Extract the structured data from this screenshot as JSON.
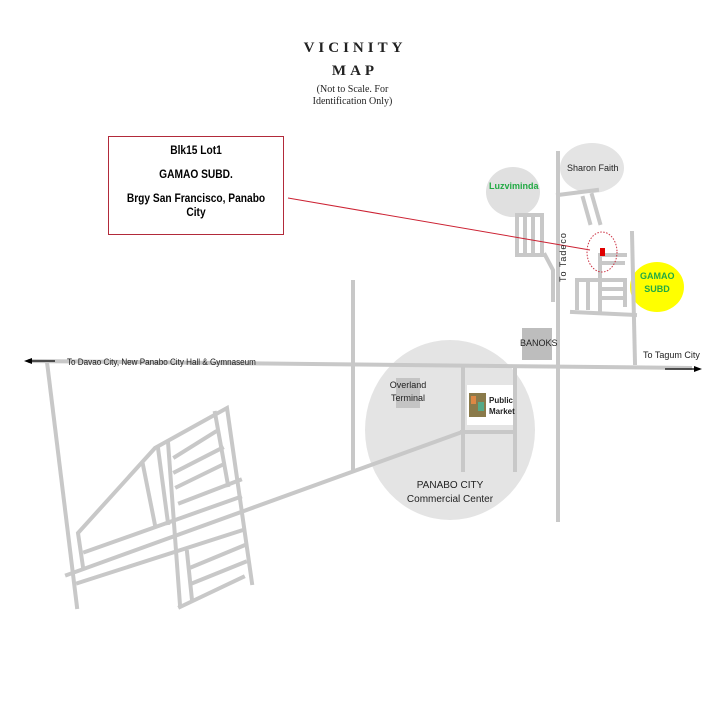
{
  "title": {
    "line1": "VICINITY",
    "line2": "MAP",
    "subtitle1": "(Not to Scale. For",
    "subtitle2": "Identification Only)"
  },
  "address": {
    "line1": "Blk15 Lot1",
    "line2": "GAMAO SUBD.",
    "line3": "Brgy San Francisco, Panabo City"
  },
  "labels": {
    "west": "To Davao City, New Panabo City Hall & Gymnaseum",
    "east": "To Tagum City",
    "north": "To Tadeco",
    "banoks": "BANOKS",
    "sharon": "Sharon Faith",
    "luzviminda": "Luzviminda",
    "gamao1": "GAMAO",
    "gamao2": "SUBD",
    "overland1": "Overland",
    "overland2": "Terminal",
    "market1": "Public",
    "market2": "Market",
    "center1": "PANABO CITY",
    "center2": "Commercial Center"
  },
  "colors": {
    "road": "#c8c8c8",
    "marker": "#e00000",
    "pointer": "#cc2233",
    "gamao": "#ffff00",
    "green_text": "#22aa44"
  }
}
